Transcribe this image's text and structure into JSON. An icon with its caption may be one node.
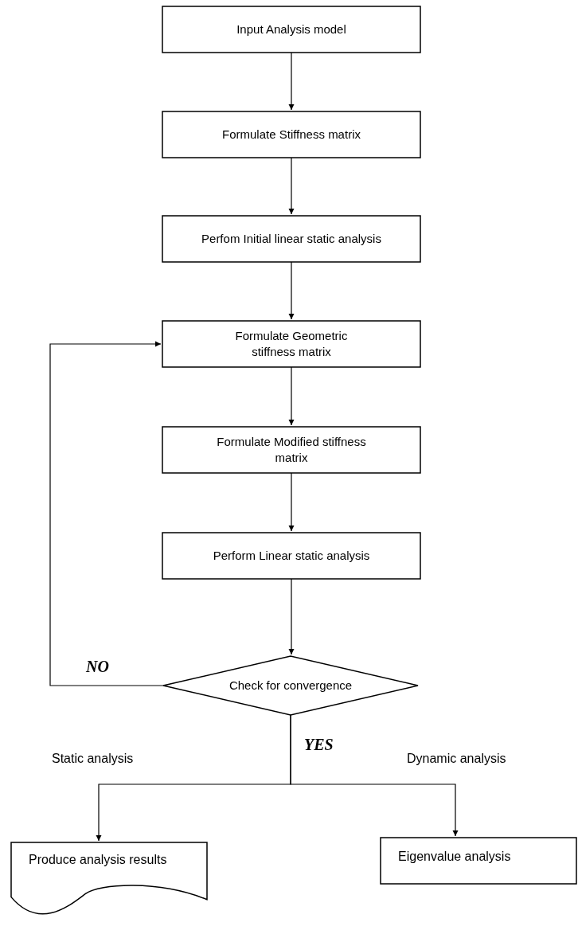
{
  "diagram": {
    "nodes": [
      {
        "text": [
          "Input Analysis model"
        ]
      },
      {
        "text": [
          "Formulate Stiffness matrix"
        ]
      },
      {
        "text": [
          "Perfom Initial linear static analysis"
        ]
      },
      {
        "text": [
          "Formulate Geometric stiffness matrix"
        ]
      },
      {
        "text": [
          "Formulate Modified stiffness matrix"
        ]
      },
      {
        "text": [
          "Perform Linear static analysis"
        ]
      },
      {
        "text": [
          "Check for convergence"
        ]
      },
      {
        "text": [
          "Produce analysis results"
        ]
      },
      {
        "text": [
          "Eigenvalue analysis"
        ]
      }
    ],
    "edges": [
      {
        "from": 0,
        "to": 1,
        "arrow": "to"
      },
      {
        "from": 1,
        "to": 2,
        "arrow": "to"
      },
      {
        "from": 2,
        "to": 3,
        "arrow": "to"
      },
      {
        "from": 3,
        "to": 4,
        "arrow": "to"
      },
      {
        "from": 4,
        "to": 5,
        "arrow": "to"
      },
      {
        "from": 5,
        "to": 6,
        "arrow": "to"
      },
      {
        "from": 6,
        "to": 3,
        "arrow": "to",
        "label": "NO"
      },
      {
        "from": 6,
        "to": 7,
        "arrow": "to",
        "label": "Static analysis"
      },
      {
        "from": 6,
        "to": 8,
        "arrow": "to",
        "label": "Dynamic analysis"
      }
    ],
    "labels": [
      "YES"
    ]
  }
}
